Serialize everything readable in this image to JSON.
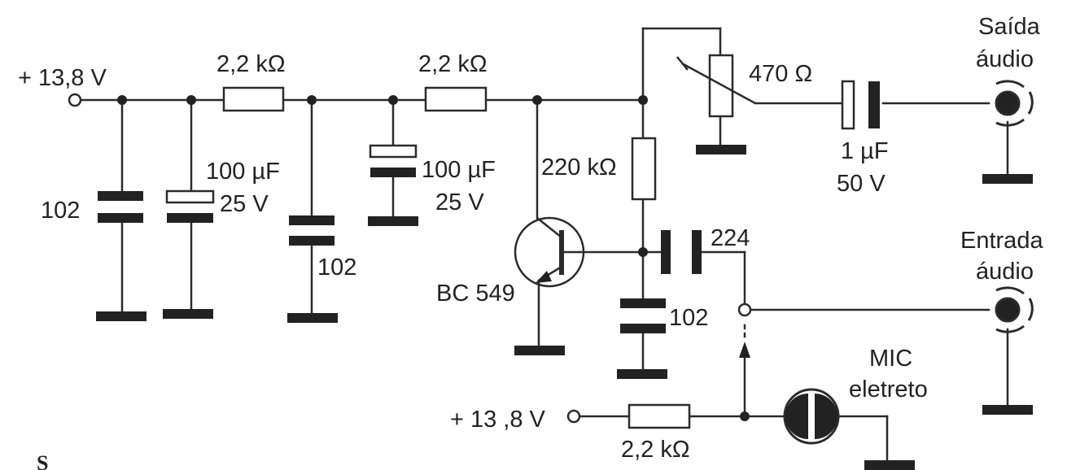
{
  "colors": {
    "ink": "#2b2b2b",
    "plate": "#222222",
    "paper": "#ffffff"
  },
  "labels": {
    "supply_top": "+ 13,8 V",
    "r1": "2,2 kΩ",
    "r2": "2,2 kΩ",
    "cap_102_a": "102",
    "cap_100uf_a_value": "100 µF",
    "cap_100uf_a_voltage": "25 V",
    "cap_102_b": "102",
    "cap_100uf_b_value": "100 µF",
    "cap_100uf_b_voltage": "25 V",
    "r_220k": "220 kΩ",
    "transistor": "BC 549",
    "cap_224": "224",
    "cap_102_c": "102",
    "trimpot": "470 Ω",
    "out_cap_value": "1 µF",
    "out_cap_voltage": "50 V",
    "out_jack_line1": "Saída",
    "out_jack_line2": "áudio",
    "in_jack_line1": "Entrada",
    "in_jack_line2": "áudio",
    "mic_line1": "MIC",
    "mic_line2": "eletreto",
    "supply_bottom": "+ 13 ,8 V",
    "r_bottom": "2,2 kΩ",
    "cut_caption": "S"
  }
}
